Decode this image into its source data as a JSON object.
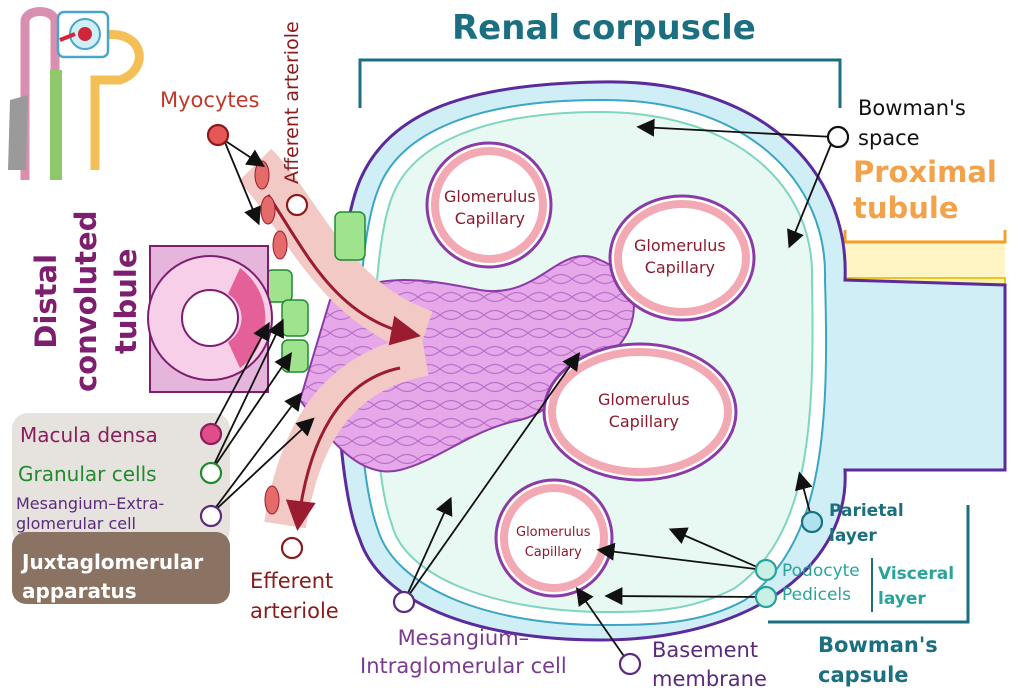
{
  "title": "Renal corpuscle",
  "labels": {
    "myocytes": "Myocytes",
    "afferent_arteriole": "Afferent arteriole",
    "bowmans_space": [
      "Bowman's",
      "space"
    ],
    "proximal_tubule": [
      "Proximal",
      "tubule"
    ],
    "distal_convoluted_tubule": [
      "Distal",
      "convoluted",
      "tubule"
    ],
    "glomerulus_capillary": [
      "Glomerulus",
      "Capillary"
    ],
    "macula_densa": "Macula densa",
    "granular_cells": "Granular cells",
    "mesangium_extraglomerular": [
      "Mesangium–Extra-",
      "glomerular cell"
    ],
    "juxtaglomerular_apparatus": [
      "Juxtaglomerular",
      "apparatus"
    ],
    "efferent_arteriole": [
      "Efferent",
      "arteriole"
    ],
    "mesangium_intraglomerular": [
      "Mesangium–",
      "Intraglomerular cell"
    ],
    "basement_membrane": [
      "Basement",
      "membrane"
    ],
    "parietal_layer": [
      "Parietal",
      "layer"
    ],
    "podocyte": "Podocyte",
    "pedicels": "Pedicels",
    "visceral_layer": [
      "Visceral",
      "layer"
    ],
    "bowmans_capsule": [
      "Bowman's",
      "capsule"
    ]
  },
  "colors": {
    "title": "#1b6f80",
    "capsule_outline": "#5b2a9c",
    "capsule_fill": "#cfeef5",
    "mesangium": "#e7a8ea",
    "capillary_wall": "#f3c2c8",
    "arteriole": "#f2c9c4",
    "proximal_tubule": "#fff5c4",
    "macula_densa": "#e14c8a",
    "granular_cells": "#9fe38f",
    "jga_box": "#8a7362"
  }
}
